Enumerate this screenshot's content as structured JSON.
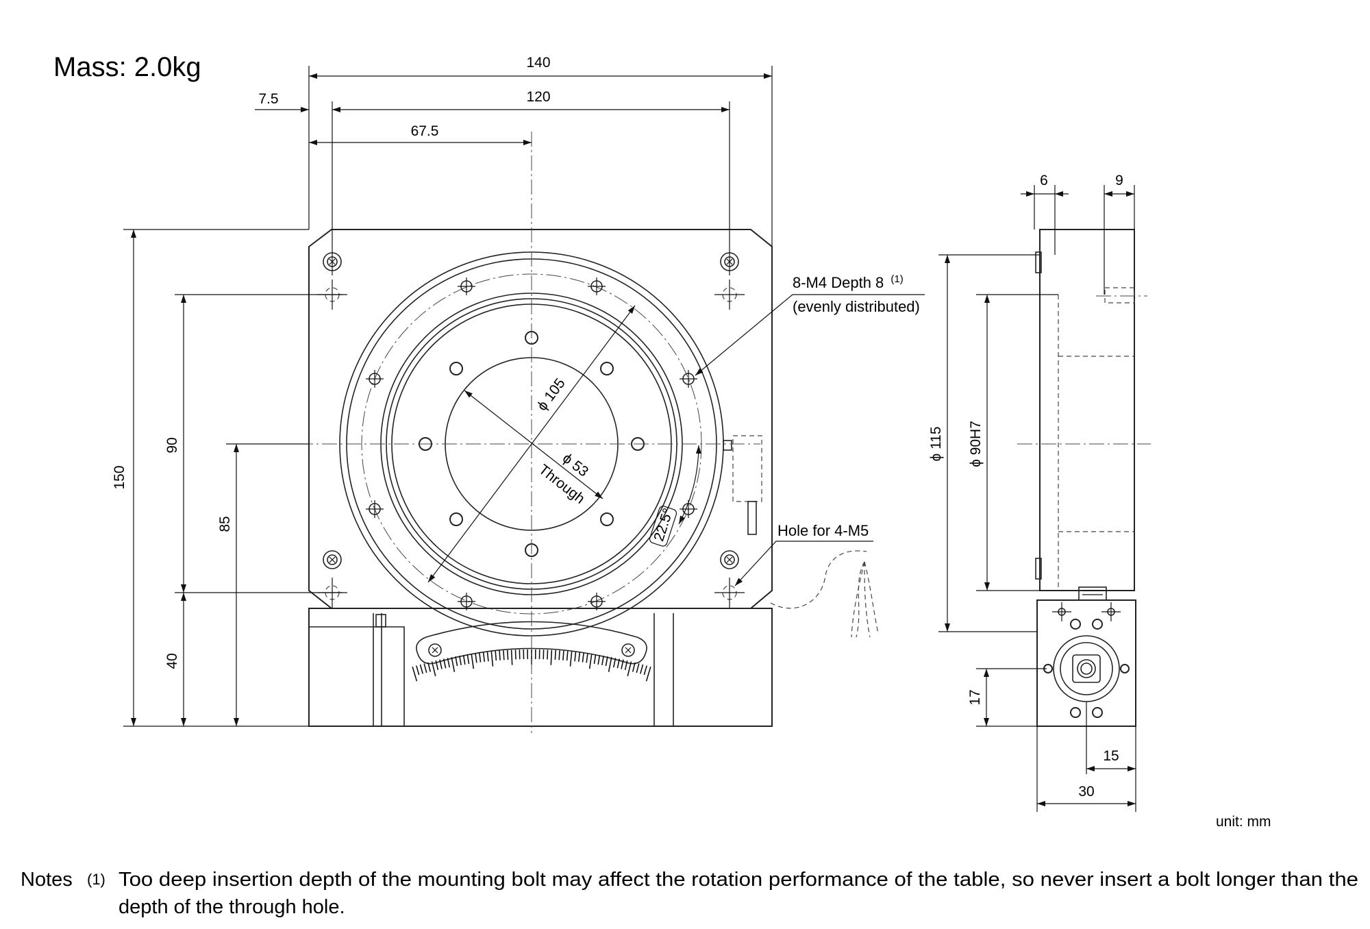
{
  "header": {
    "mass": "Mass: 2.0kg"
  },
  "front_view": {
    "dims": {
      "width_overall": "140",
      "hole_pitch_x": "120",
      "edge_offset": "7.5",
      "center_offset_x": "67.5",
      "height_overall": "150",
      "hole_pitch_y": "90",
      "center_height": "85",
      "bottom_offset": "40",
      "dia_bolt_circle": "ϕ 105",
      "dia_through": "ϕ 53",
      "through": "Through",
      "angle": "22.5°"
    },
    "callouts": {
      "tapped_holes": "8-M4 Depth 8",
      "note_ref": "(1)",
      "distribution": "(evenly distributed)",
      "mount_holes": "Hole for 4-M5"
    }
  },
  "side_view": {
    "dims": {
      "top_left": "6",
      "top_right": "9",
      "dia_outer": "ϕ 115",
      "dia_fit": "ϕ 90H7",
      "height_17": "17",
      "width_15": "15",
      "width_30": "30"
    }
  },
  "footer": {
    "unit": "unit: mm",
    "notes_label": "Notes",
    "notes_ref": "(1)",
    "notes_line1": "Too deep insertion depth of the mounting bolt may affect the rotation performance of the table, so never insert a bolt longer than the",
    "notes_line2": "depth of the through hole."
  }
}
